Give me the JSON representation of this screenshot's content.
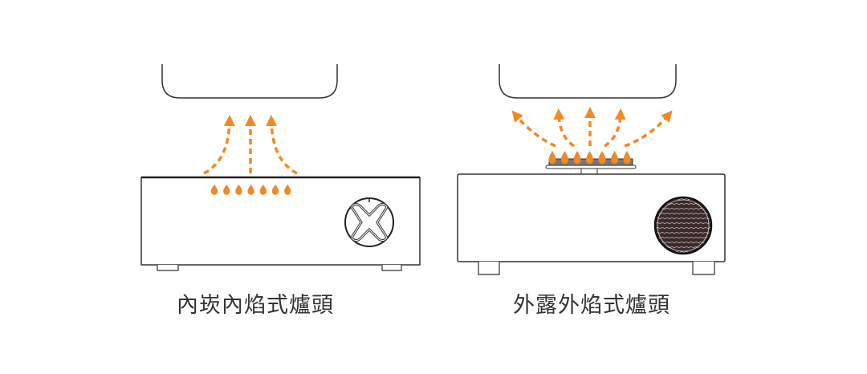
{
  "colors": {
    "flame": "#f08a24",
    "line": "#333333",
    "knob_dark": "#3a2a2a"
  },
  "left_panel": {
    "caption": "內崁內焰式爐頭",
    "flame_count": 7,
    "arrow_count": 3
  },
  "right_panel": {
    "caption": "外露外焰式爐頭",
    "flame_count": 7,
    "arrow_count": 5
  }
}
